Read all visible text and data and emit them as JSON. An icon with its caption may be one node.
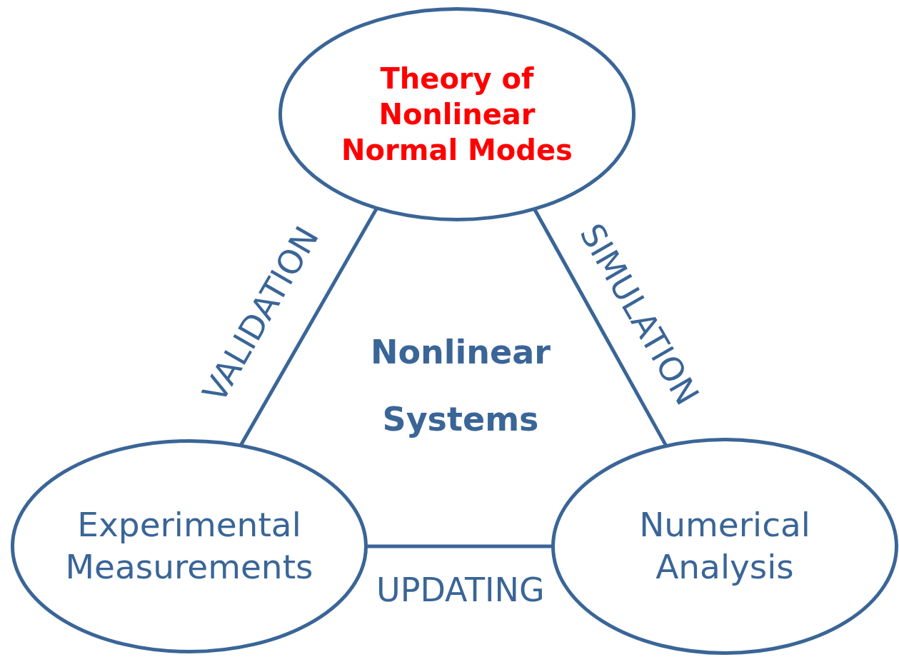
{
  "diagram": {
    "nodes": [
      {
        "text": [
          "Theory of Nonlinear Normal Modes"
        ]
      },
      {
        "text": [
          "Experimental Measurements"
        ]
      },
      {
        "text": [
          "Numerical Analysis"
        ]
      },
      {
        "text": [
          "Nonlinear Systems"
        ]
      }
    ],
    "edges": [
      {
        "from": 1,
        "to": 0,
        "arrow": "none",
        "label": "VALIDATION"
      },
      {
        "from": 0,
        "to": 2,
        "arrow": "none",
        "label": "SIMULATION"
      },
      {
        "from": 1,
        "to": 2,
        "arrow": "none",
        "label": "UPDATING"
      }
    ]
  }
}
